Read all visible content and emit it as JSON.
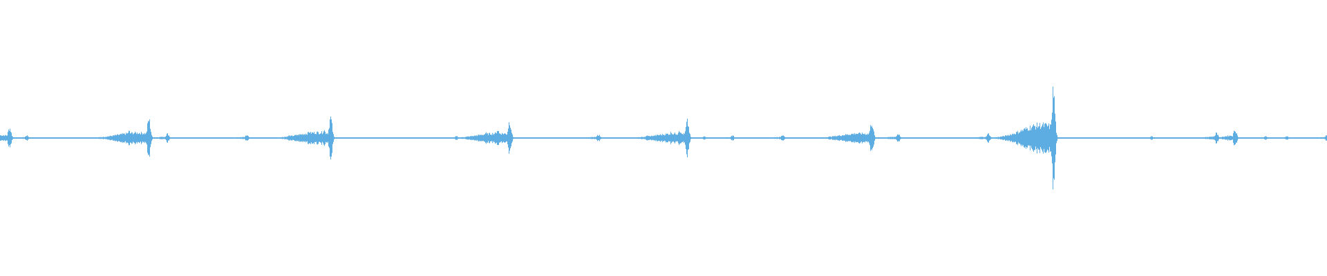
{
  "waveform": {
    "color": "#5dade2",
    "amplitude_scale": "relative",
    "events": [
      {
        "t": 0.0,
        "peak": 0.02
      },
      {
        "t": 0.007,
        "peak": 0.12
      },
      {
        "t": 0.02,
        "peak": 0.03
      },
      {
        "t": 0.085,
        "peak": 0.02
      },
      {
        "t": 0.097,
        "peak": 0.08
      },
      {
        "t": 0.105,
        "peak": 0.05
      },
      {
        "t": 0.112,
        "peak": 0.22
      },
      {
        "t": 0.126,
        "peak": 0.05
      },
      {
        "t": 0.186,
        "peak": 0.04
      },
      {
        "t": 0.218,
        "peak": 0.03
      },
      {
        "t": 0.233,
        "peak": 0.08
      },
      {
        "t": 0.244,
        "peak": 0.1
      },
      {
        "t": 0.249,
        "peak": 0.24
      },
      {
        "t": 0.344,
        "peak": 0.02
      },
      {
        "t": 0.366,
        "peak": 0.06
      },
      {
        "t": 0.375,
        "peak": 0.1
      },
      {
        "t": 0.384,
        "peak": 0.2
      },
      {
        "t": 0.451,
        "peak": 0.04
      },
      {
        "t": 0.488,
        "peak": 0.03
      },
      {
        "t": 0.506,
        "peak": 0.07
      },
      {
        "t": 0.512,
        "peak": 0.1
      },
      {
        "t": 0.518,
        "peak": 0.19
      },
      {
        "t": 0.531,
        "peak": 0.02
      },
      {
        "t": 0.552,
        "peak": 0.03
      },
      {
        "t": 0.59,
        "peak": 0.04
      },
      {
        "t": 0.628,
        "peak": 0.02
      },
      {
        "t": 0.645,
        "peak": 0.06
      },
      {
        "t": 0.656,
        "peak": 0.09
      },
      {
        "t": 0.657,
        "peak": 0.19
      },
      {
        "t": 0.677,
        "peak": 0.05
      },
      {
        "t": 0.745,
        "peak": 0.05
      },
      {
        "t": 0.772,
        "peak": 0.03
      },
      {
        "t": 0.779,
        "peak": 0.05
      },
      {
        "t": 0.794,
        "peak": 0.55
      },
      {
        "t": 0.868,
        "peak": 0.02
      },
      {
        "t": 0.917,
        "peak": 0.06
      },
      {
        "t": 0.931,
        "peak": 0.1
      },
      {
        "t": 0.954,
        "peak": 0.02
      },
      {
        "t": 0.97,
        "peak": 0.02
      },
      {
        "t": 1.0,
        "peak": 0.03
      }
    ]
  }
}
